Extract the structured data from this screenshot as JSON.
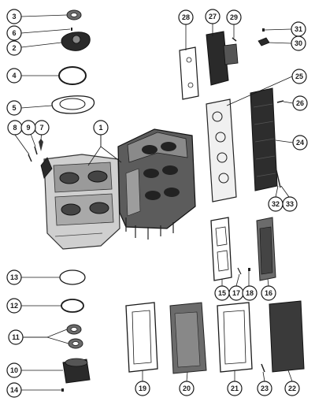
{
  "figure": {
    "callouts": [
      {
        "id": "c1",
        "label": "1"
      },
      {
        "id": "c2",
        "label": "2"
      },
      {
        "id": "c3",
        "label": "3"
      },
      {
        "id": "c4",
        "label": "4"
      },
      {
        "id": "c5",
        "label": "5"
      },
      {
        "id": "c6",
        "label": "6"
      },
      {
        "id": "c7",
        "label": "7"
      },
      {
        "id": "c8",
        "label": "8"
      },
      {
        "id": "c9",
        "label": "9"
      },
      {
        "id": "c10",
        "label": "10"
      },
      {
        "id": "c11",
        "label": "11"
      },
      {
        "id": "c12",
        "label": "12"
      },
      {
        "id": "c13",
        "label": "13"
      },
      {
        "id": "c14",
        "label": "14"
      },
      {
        "id": "c15",
        "label": "15"
      },
      {
        "id": "c16",
        "label": "16"
      },
      {
        "id": "c17",
        "label": "17"
      },
      {
        "id": "c18",
        "label": "18"
      },
      {
        "id": "c19",
        "label": "19"
      },
      {
        "id": "c20",
        "label": "20"
      },
      {
        "id": "c21",
        "label": "21"
      },
      {
        "id": "c22",
        "label": "22"
      },
      {
        "id": "c23",
        "label": "23"
      },
      {
        "id": "c24",
        "label": "24"
      },
      {
        "id": "c25",
        "label": "25"
      },
      {
        "id": "c26",
        "label": "26"
      },
      {
        "id": "c27",
        "label": "27"
      },
      {
        "id": "c28",
        "label": "28"
      },
      {
        "id": "c29",
        "label": "29"
      },
      {
        "id": "c30",
        "label": "30"
      },
      {
        "id": "c31",
        "label": "31"
      },
      {
        "id": "c32",
        "label": "32"
      },
      {
        "id": "c33",
        "label": "33"
      }
    ]
  },
  "colors": {
    "ink": "#1a1a1a",
    "paper": "#ffffff",
    "metal_dark": "#2a2a2a",
    "metal_mid": "#6b6b6b",
    "metal_light": "#cfcfcf"
  }
}
